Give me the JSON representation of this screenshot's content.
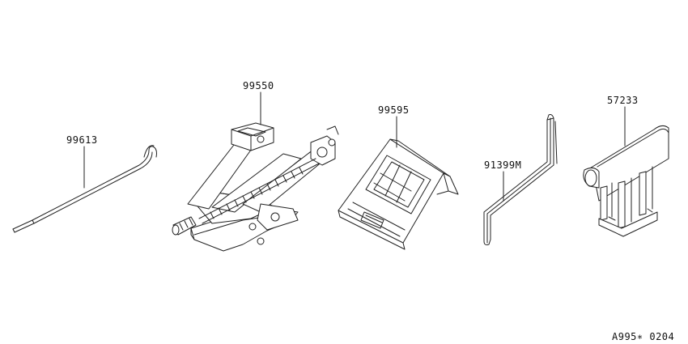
{
  "parts": [
    {
      "id": "rod",
      "number": "99613",
      "icon": "jack-handle-rod-icon"
    },
    {
      "id": "jack",
      "number": "99550",
      "icon": "scissor-jack-icon"
    },
    {
      "id": "chock",
      "number": "99595",
      "icon": "wheel-chock-icon"
    },
    {
      "id": "wrench",
      "number": "91399M",
      "icon": "hex-wrench-icon"
    },
    {
      "id": "bracket",
      "number": "57233",
      "icon": "jack-bracket-icon"
    }
  ],
  "diagram_code": "A995∗ 0204"
}
